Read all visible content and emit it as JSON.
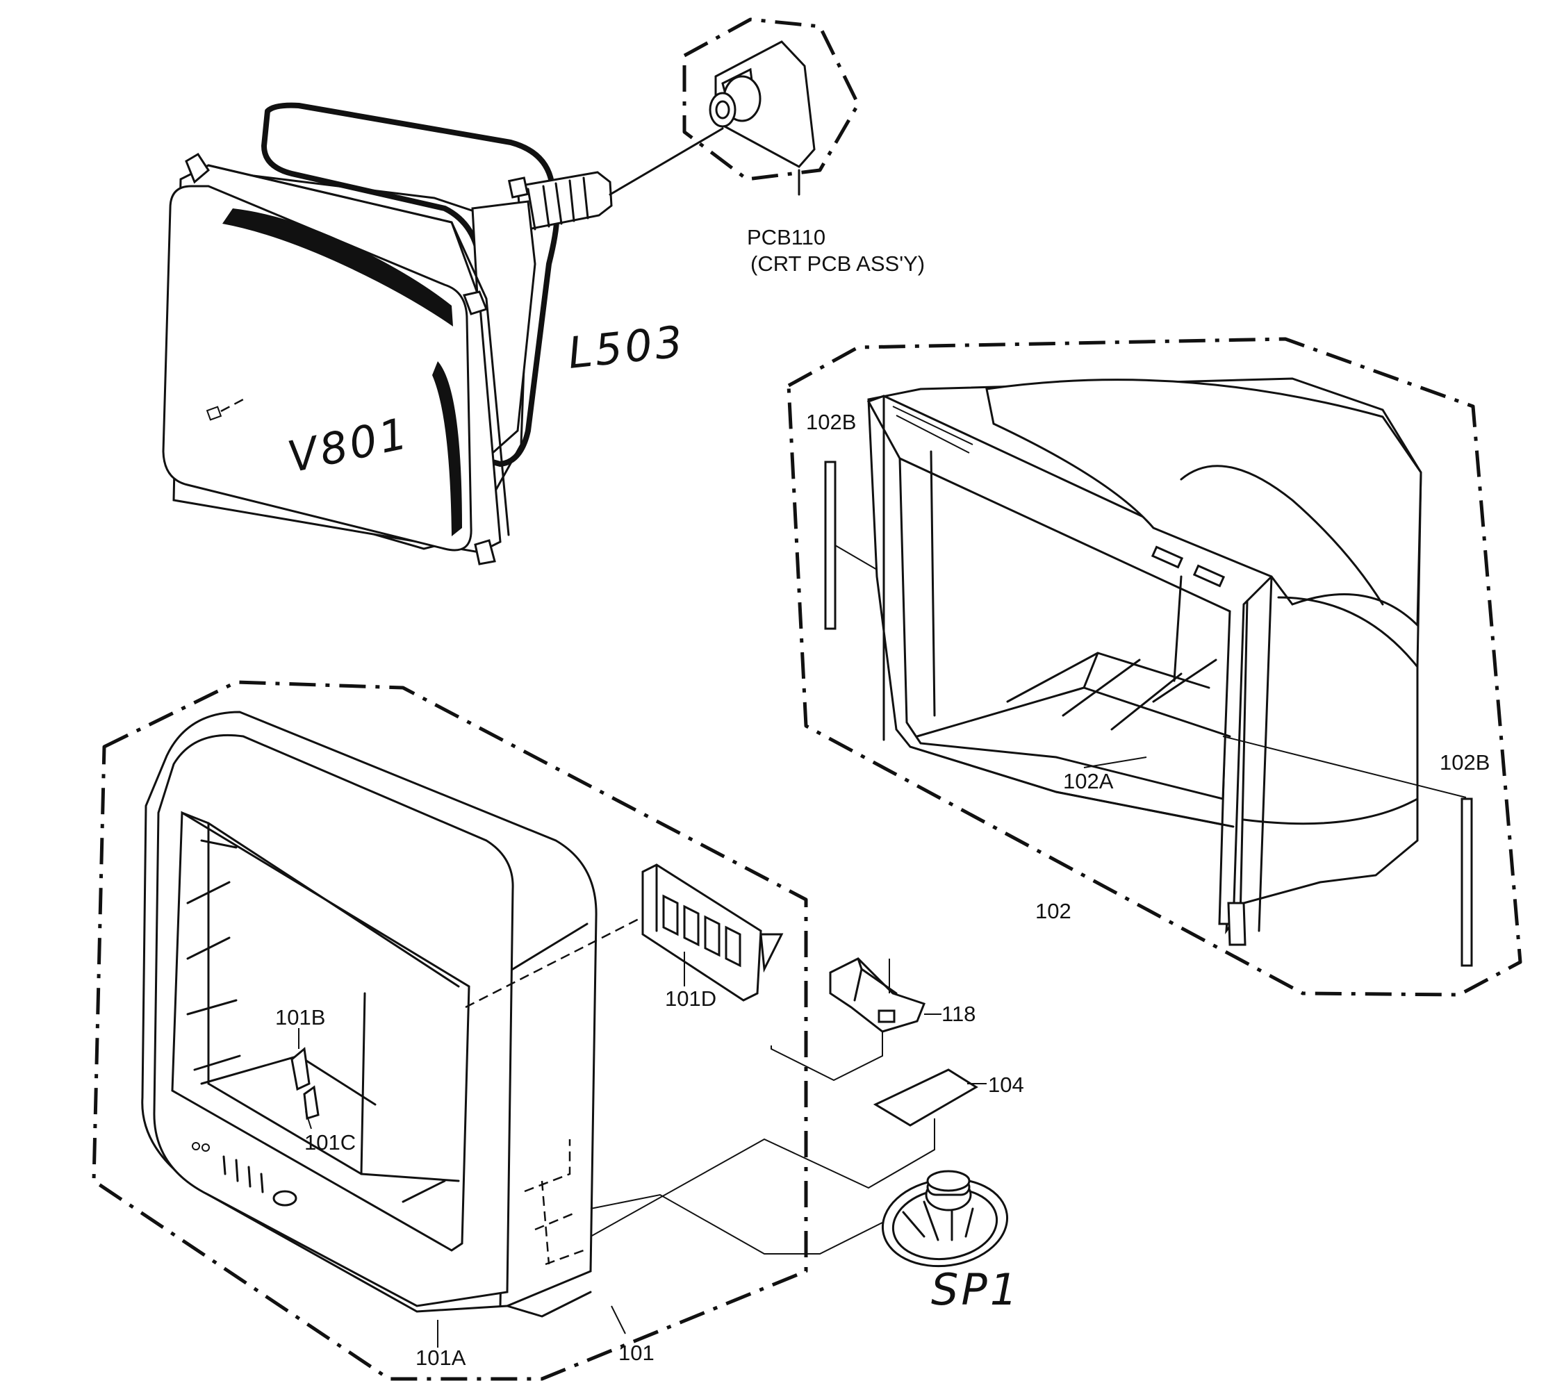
{
  "labels": {
    "pcb110": "PCB110",
    "pcb110_desc": "(CRT PCB ASS'Y)",
    "l503": "L503",
    "v801": "V801",
    "p102b_left": "102B",
    "p102b_right": "102B",
    "p102a": "102A",
    "p102": "102",
    "p101d": "101D",
    "p118": "118",
    "p104": "104",
    "p101b": "101B",
    "p101c": "101C",
    "sp1": "SP1",
    "p101a": "101A",
    "p101": "101"
  }
}
